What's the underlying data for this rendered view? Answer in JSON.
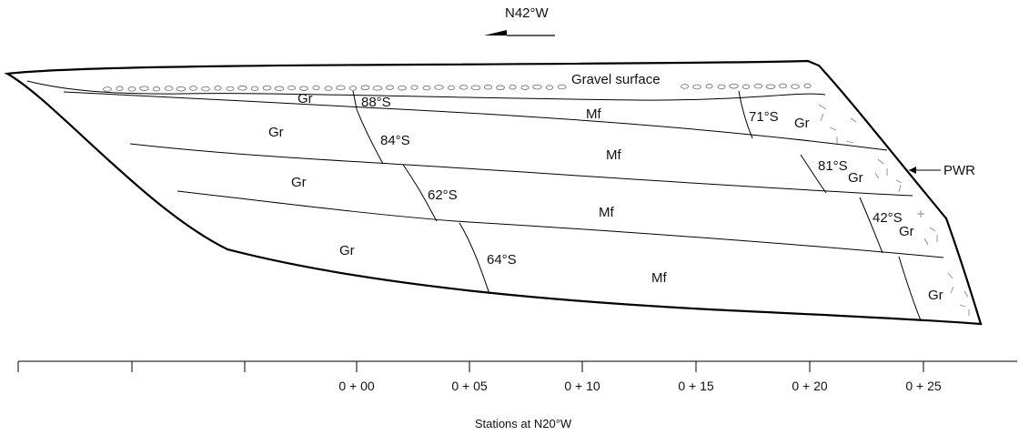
{
  "title": "",
  "orientation": "N42°W",
  "annotations": {
    "gravel_surface": "Gravel surface",
    "pwr": "PWR"
  },
  "units": {
    "granite": "Gr",
    "metasediment": "Mf"
  },
  "dips": [
    "88°S",
    "84°S",
    "62°S",
    "64°S",
    "71°S",
    "81°S",
    "42°S"
  ],
  "stations": [
    "0 + 00",
    "0 + 05",
    "0 + 10",
    "0 + 15",
    "0 + 20",
    "0 + 25"
  ],
  "axis_caption": "Stations at N20°W"
}
